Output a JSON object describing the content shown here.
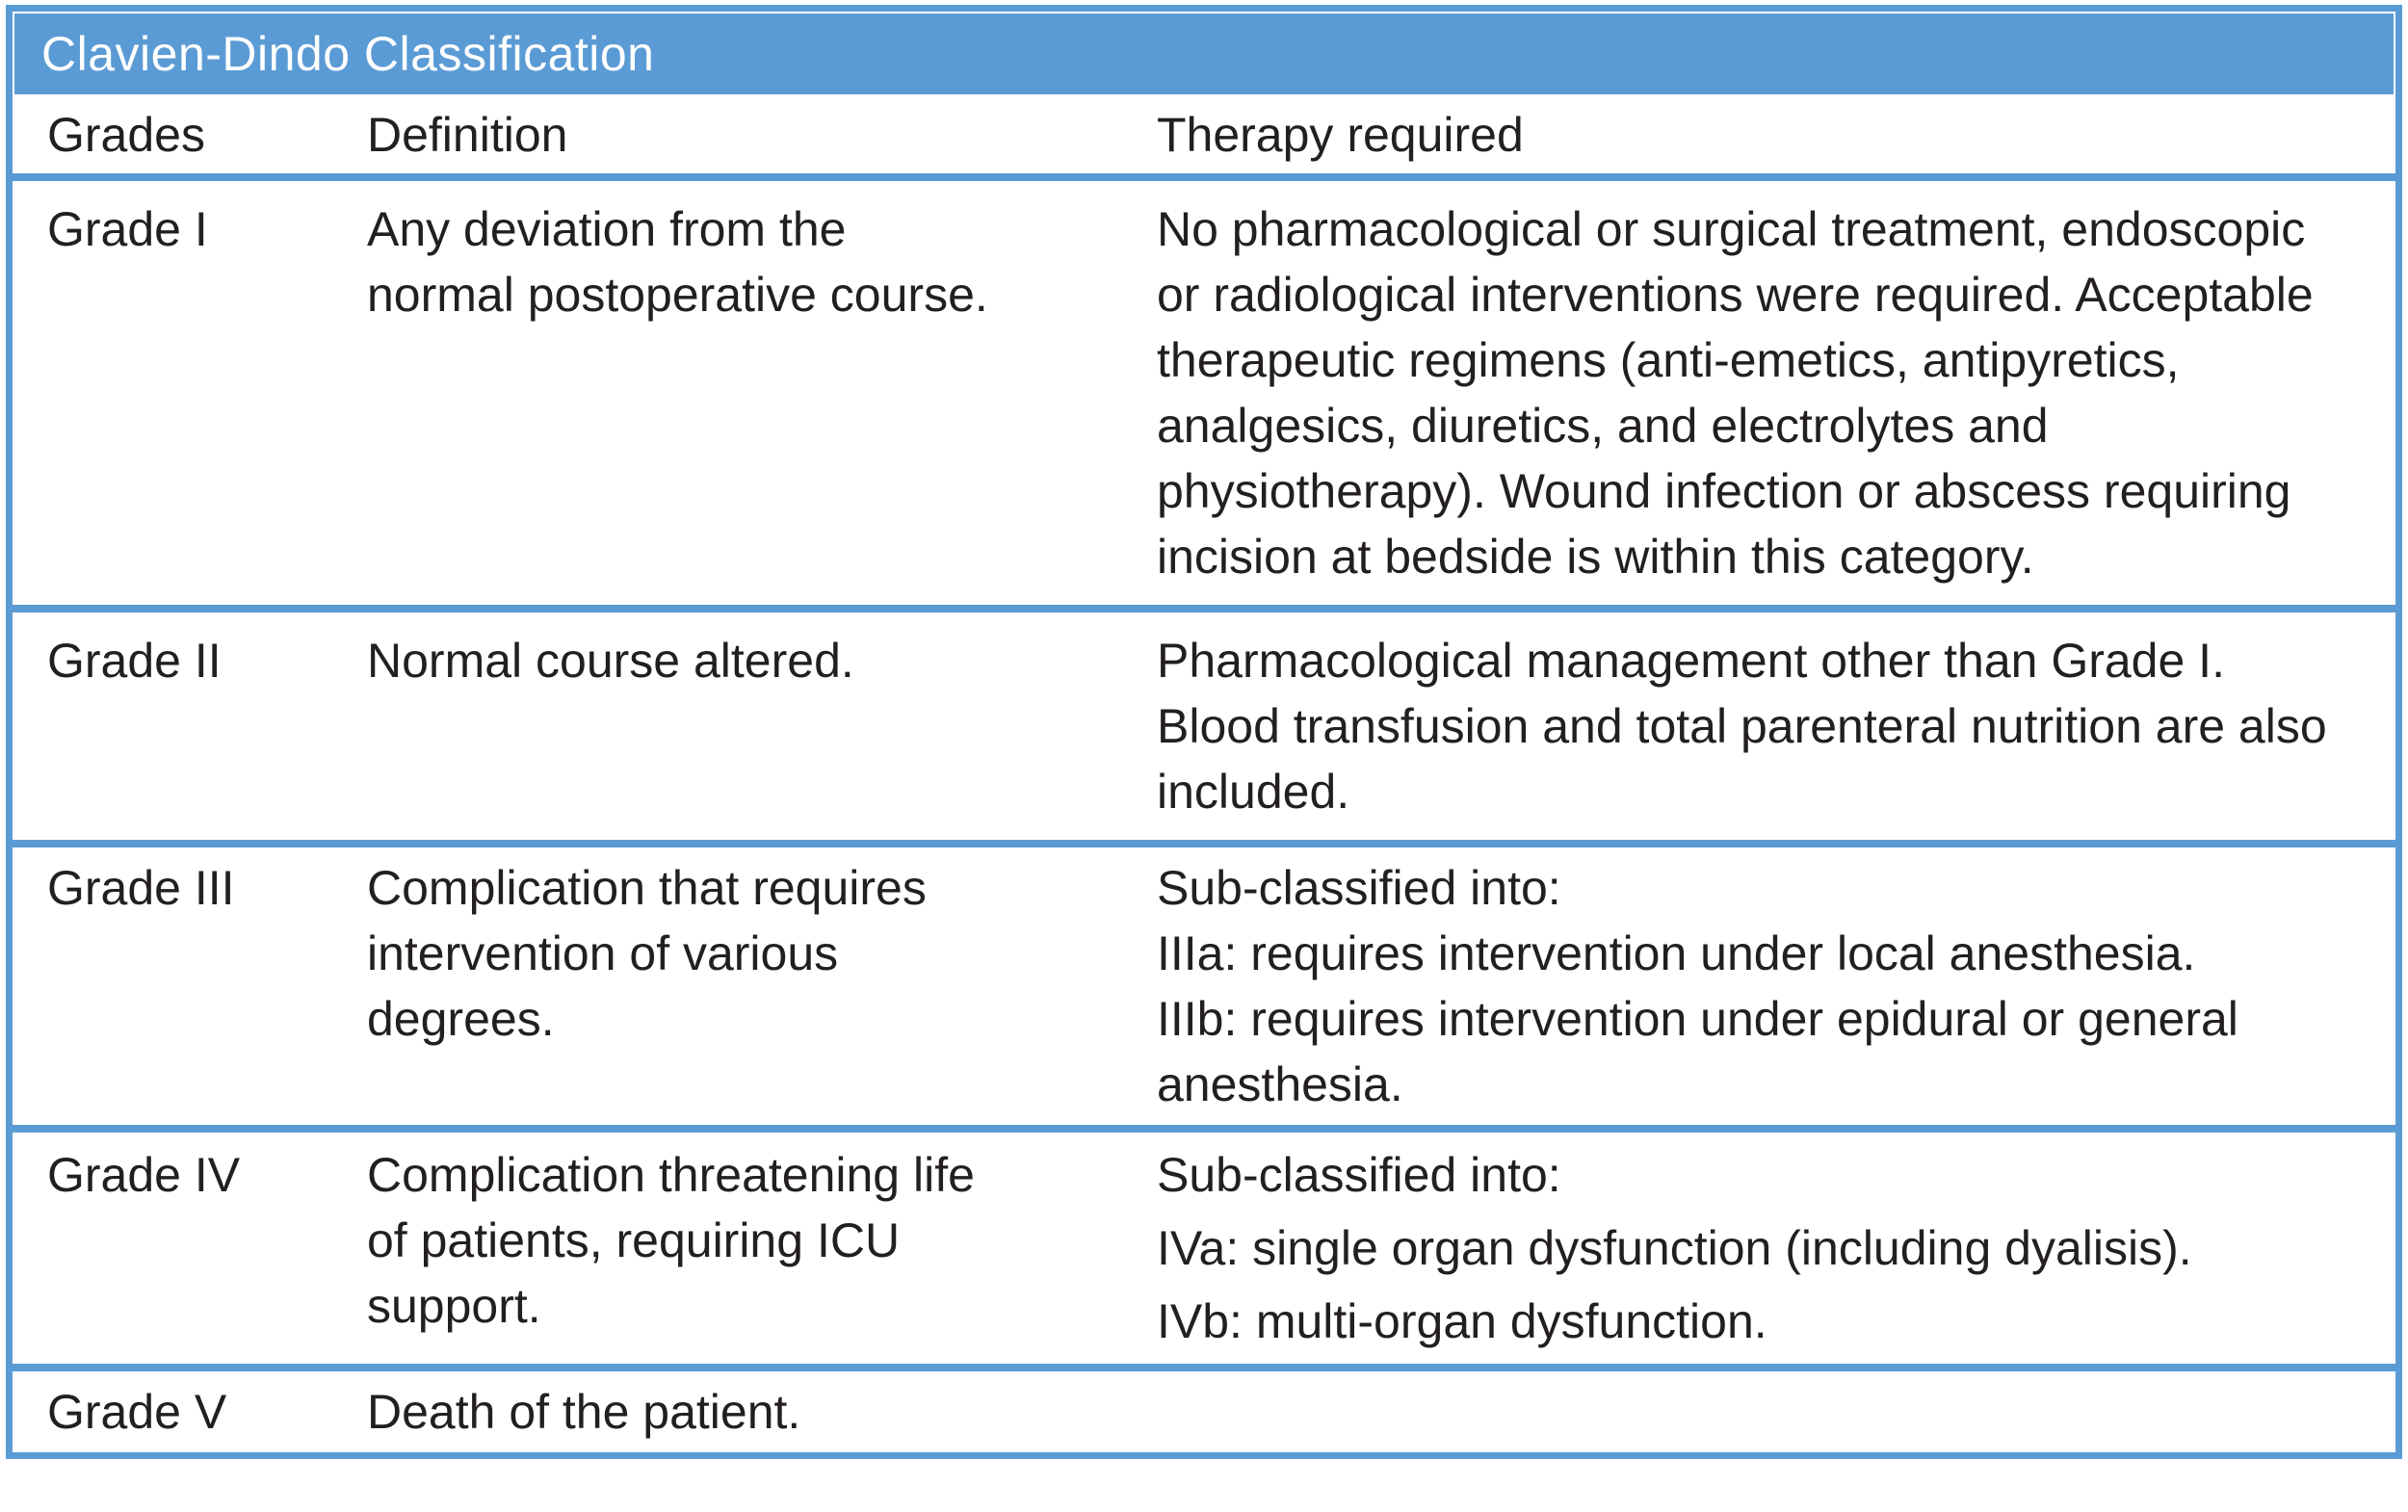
{
  "title": "Clavien-Dindo Classification",
  "columns": {
    "grades": "Grades",
    "definition": "Definition",
    "therapy": "Therapy required"
  },
  "colors": {
    "accent_blue": "#5B9BD5",
    "header_text": "#FFFFFF",
    "body_text": "#231F20",
    "row_background": "#FFFFFF"
  },
  "rows": [
    {
      "grade": "Grade I",
      "definition": "Any deviation from the normal postoperative course.",
      "therapy": [
        "No pharmacological or surgical treatment, endoscopic or radiological interventions were required. Acceptable therapeutic regimens (anti-emetics, antipyretics, analgesics, diuretics, and electrolytes and physiotherapy). Wound infection or abscess requiring incision at bedside is within this category."
      ]
    },
    {
      "grade": "Grade II",
      "definition": "Normal course altered.",
      "therapy": [
        "Pharmacological management other than Grade I. Blood transfusion and total parenteral nutrition are also included."
      ]
    },
    {
      "grade": "Grade III",
      "definition": "Complication that requires intervention of various degrees.",
      "therapy": [
        "Sub-classified into:",
        "IIIa: requires intervention under local anesthesia.",
        "IIIb: requires intervention under epidural or general anesthesia."
      ]
    },
    {
      "grade": "Grade IV",
      "definition": "Complication threatening life of patients, requiring ICU support.",
      "therapy": [
        "Sub-classified into:",
        "IVa: single organ dysfunction (including dyalisis).",
        "IVb: multi-organ dysfunction."
      ]
    },
    {
      "grade": "Grade V",
      "definition": "Death of the patient.",
      "therapy": []
    }
  ]
}
